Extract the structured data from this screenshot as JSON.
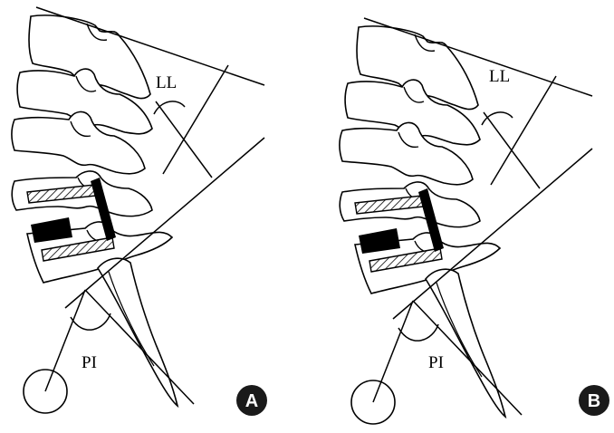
{
  "figure": {
    "panels": [
      {
        "id": "A",
        "badge": "A",
        "angle_labels": {
          "lumbar_lordosis": "LL",
          "pelvic_incidence": "PI"
        }
      },
      {
        "id": "B",
        "badge": "B",
        "angle_labels": {
          "lumbar_lordosis": "LL",
          "pelvic_incidence": "PI"
        }
      }
    ],
    "colors": {
      "ink": "#000000",
      "paper": "#ffffff",
      "badge_fill": "#1a1a1a",
      "badge_text": "#ffffff"
    }
  }
}
